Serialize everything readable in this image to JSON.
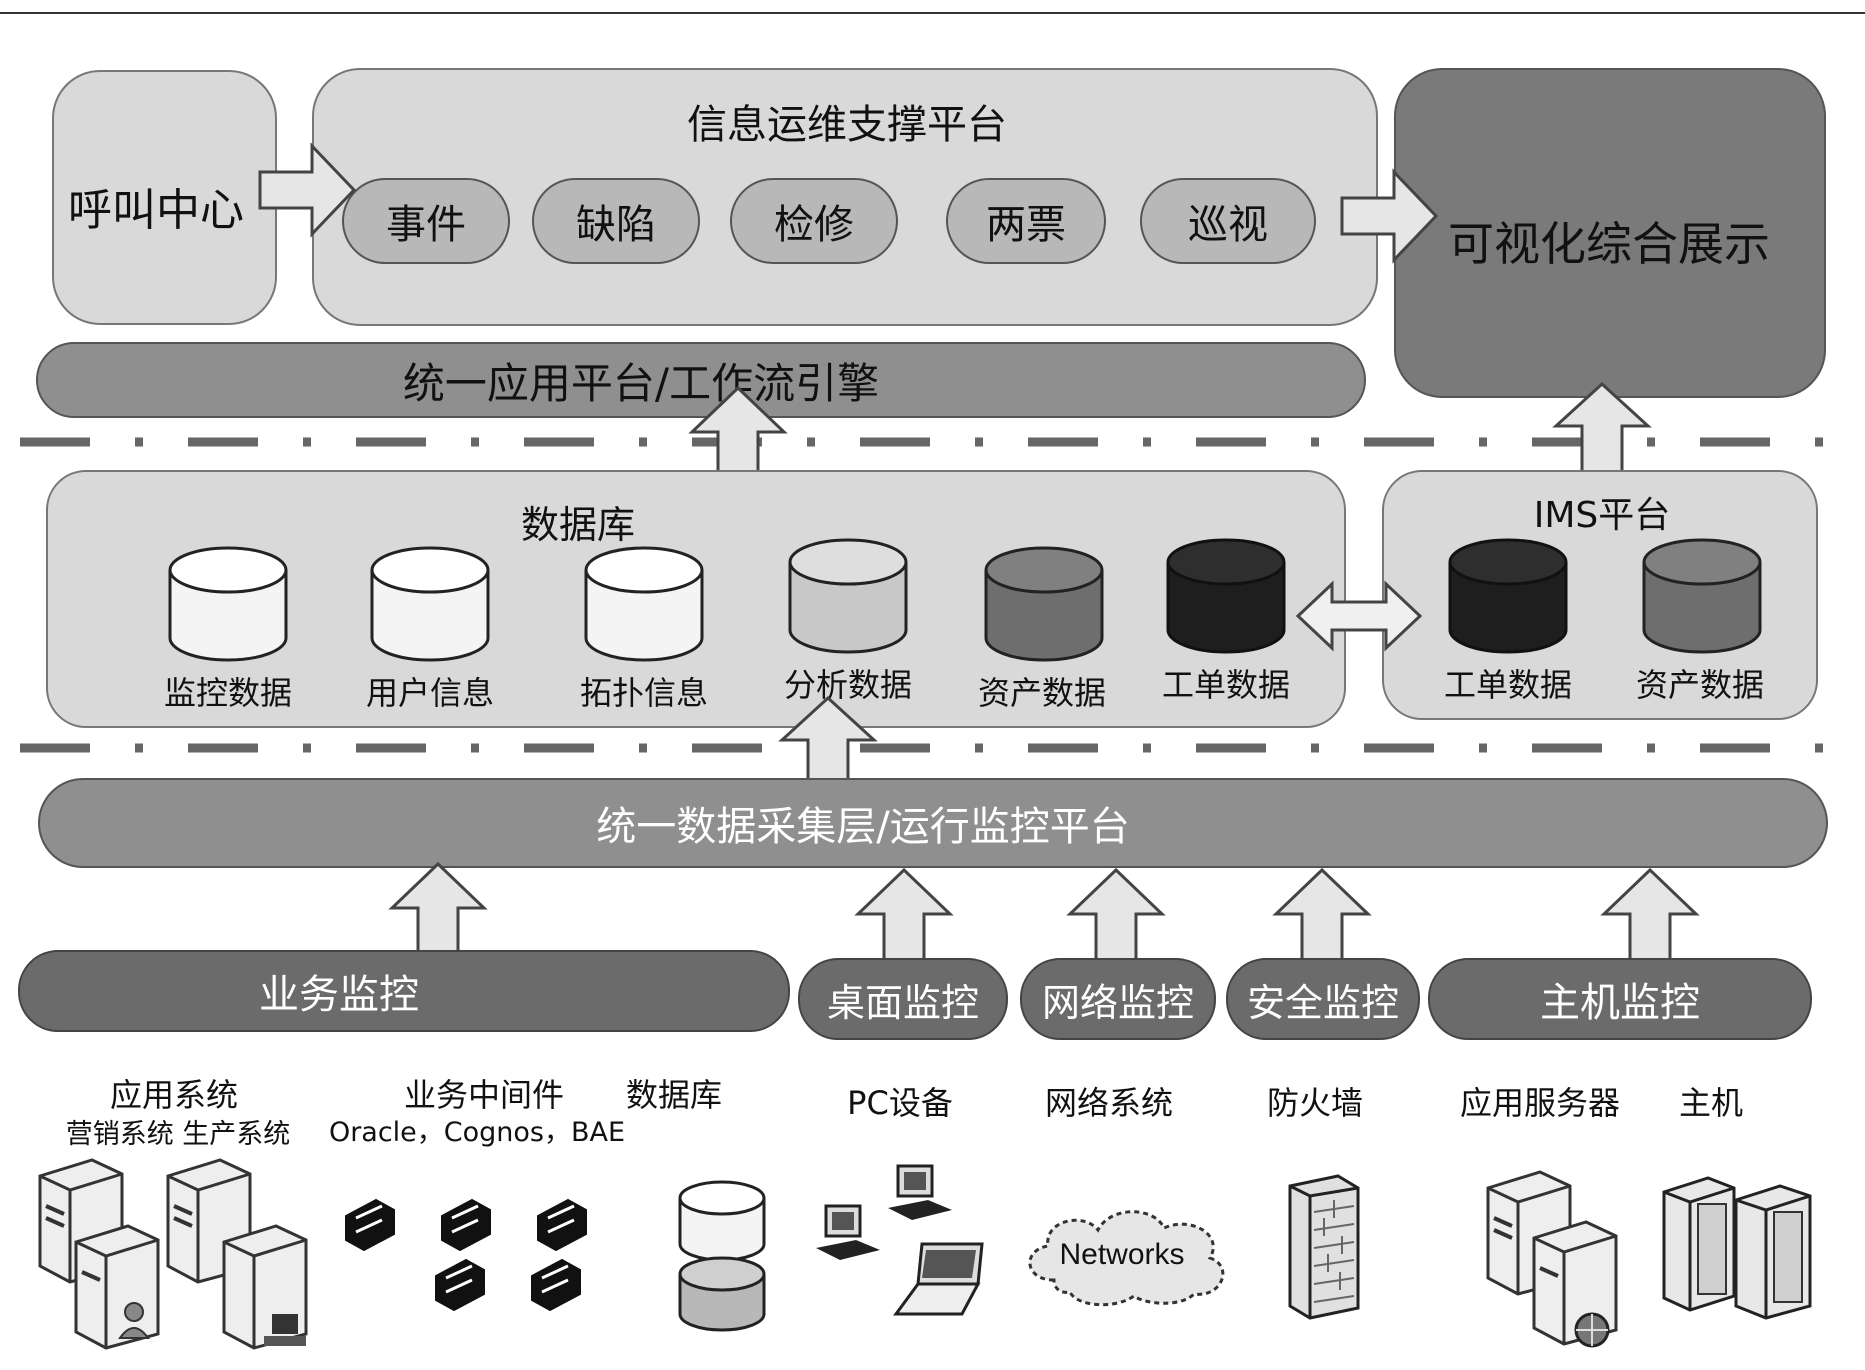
{
  "top_row": {
    "call_center": "呼叫中心",
    "platform_title": "信息运维支撑平台",
    "platform_items": [
      "事件",
      "缺陷",
      "检修",
      "两票",
      "巡视"
    ],
    "visual_display": "可视化综合展示"
  },
  "workflow_bar": "统一应用平台/工作流引擎",
  "database": {
    "title": "数据库",
    "items": [
      "监控数据",
      "用户信息",
      "拓扑信息",
      "分析数据",
      "资产数据",
      "工单数据"
    ]
  },
  "ims": {
    "title": "IMS平台",
    "items": [
      "工单数据",
      "资产数据"
    ]
  },
  "collection_bar": "统一数据采集层/运行监控平台",
  "monitors": [
    "业务监控",
    "桌面监控",
    "网络监控",
    "安全监控",
    "主机监控"
  ],
  "sources": {
    "app_system": "应用系统",
    "app_system_sub": "营销系统 生产系统",
    "middleware": "业务中间件",
    "middleware_sub": "Oracle，Cognos，BAE",
    "database": "数据库",
    "pc": "PC设备",
    "network": "网络系统",
    "firewall": "防火墙",
    "app_server": "应用服务器",
    "host": "主机",
    "cloud_text": "Networks"
  },
  "icons": [
    "server-icon",
    "router-icon",
    "database-icon",
    "pc-icon",
    "laptop-icon",
    "network-cloud-icon",
    "firewall-icon",
    "host-cabinet-icon"
  ]
}
